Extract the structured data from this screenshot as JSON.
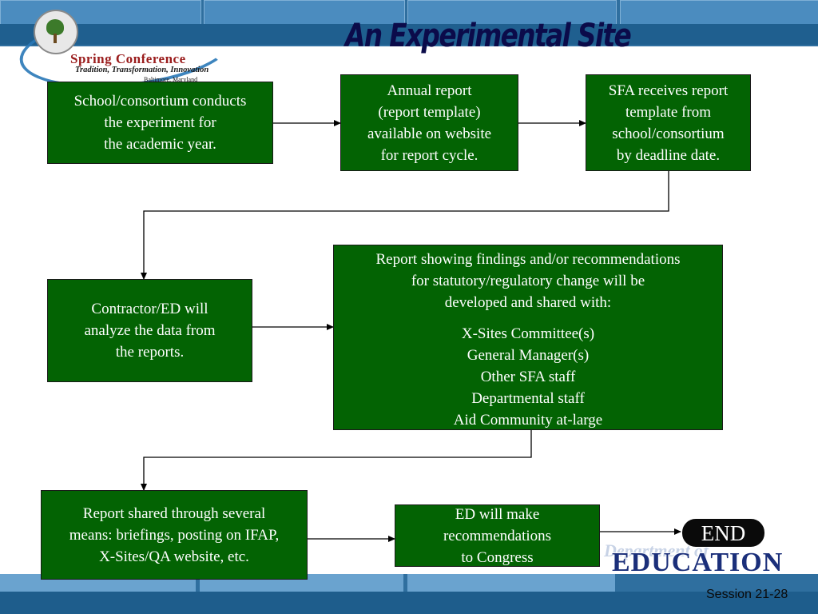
{
  "title": "An Experimental Site",
  "logo": {
    "conference_name": "Spring Conference",
    "tagline": "Tradition, Transformation, Innovation",
    "location": "Baltimore, Maryland"
  },
  "boxes": {
    "b1": [
      "School/consortium conducts",
      "the experiment for",
      "the academic year."
    ],
    "b2": [
      "Annual report",
      "(report template)",
      "available on website",
      "for report cycle."
    ],
    "b3": [
      "SFA receives report",
      "template from",
      "school/consortium",
      "by deadline date."
    ],
    "b4": [
      "Contractor/ED will",
      "analyze the data from",
      "the reports."
    ],
    "b5_intro": [
      "Report showing findings and/or recommendations",
      "for statutory/regulatory change will be",
      "developed and shared with:"
    ],
    "b5_list": [
      "X-Sites Committee(s)",
      "General Manager(s)",
      "Other SFA staff",
      "Departmental staff",
      "Aid Community at-large"
    ],
    "b6": [
      "Report shared through several",
      "means: briefings, posting on IFAP,",
      "X-Sites/QA website, etc."
    ],
    "b7": [
      "ED  will make",
      "recommendations",
      "to Congress"
    ]
  },
  "end_label": "END",
  "ed_logo": {
    "department": "Department of",
    "name": "EDUCATION"
  },
  "footer": "Session 21-28",
  "colors": {
    "box_fill": "#036303",
    "box_text": "#ffffff",
    "title": "#0b0b4a",
    "band": "#2f6f9f"
  }
}
